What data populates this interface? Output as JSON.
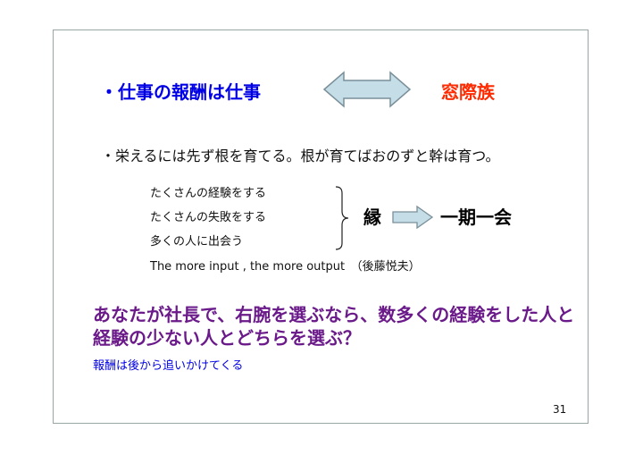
{
  "slide": {
    "title_left": "・仕事の報酬は仕事",
    "title_right": "窓際族",
    "bullet": "・栄えるには先ず根を育てる。根が育てばおのずと幹は育つ。",
    "list_items": [
      "たくさんの経験をする",
      "たくさんの失敗をする",
      "多くの人に出会う"
    ],
    "result_left": "縁",
    "result_right": "一期一会",
    "quote": "The more input , the more output　（後藤悦夫）",
    "question_lines": [
      "あなたが社長で、右腕を選ぶなら、数多くの経験をした人と",
      "経験の少ない人とどちらを選ぶ？"
    ],
    "footer_note": "報酬は後から追いかけてくる",
    "page_number": "31"
  },
  "colors": {
    "arrow_fill": "#c5dde6",
    "arrow_stroke": "#7a8f99",
    "blue": "#0000e6",
    "red": "#ff2a00",
    "purple": "#6b1a8a"
  },
  "icons": {
    "double_arrow": "left-right-arrow-icon",
    "right_arrow": "right-arrow-icon",
    "brace": "right-brace-icon"
  }
}
